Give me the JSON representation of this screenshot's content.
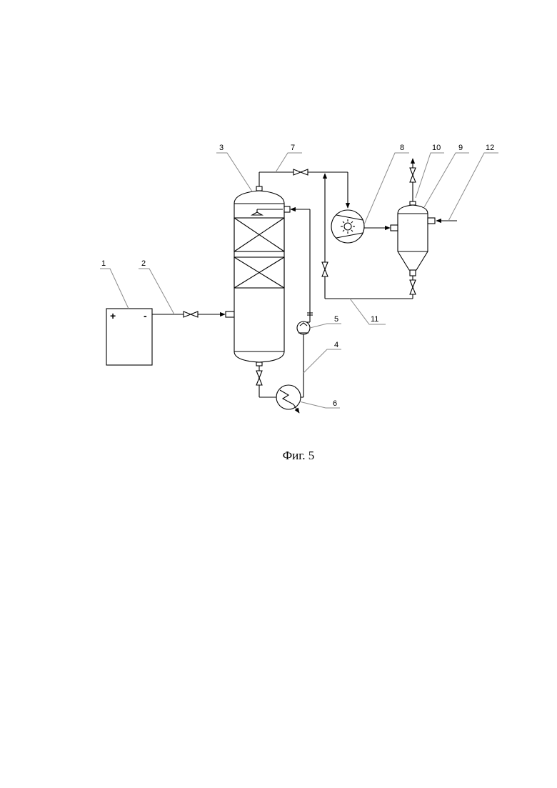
{
  "figure": {
    "caption": "Фиг. 5",
    "labels": [
      "1",
      "2",
      "3",
      "4",
      "5",
      "6",
      "7",
      "8",
      "9",
      "10",
      "11",
      "12"
    ],
    "source_polarity": {
      "plus": "+",
      "minus": "-"
    }
  }
}
